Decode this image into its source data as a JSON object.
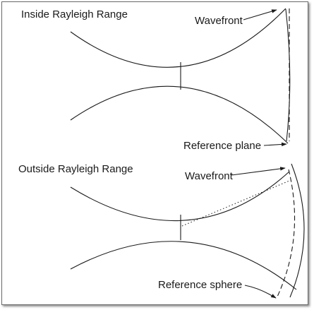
{
  "top_panel": {
    "title": "Inside Rayleigh Range",
    "wavefront_label": "Wavefront",
    "reference_label": "Reference plane"
  },
  "bottom_panel": {
    "title": "Outside Rayleigh Range",
    "wavefront_label": "Wavefront",
    "reference_label": "Reference sphere"
  }
}
